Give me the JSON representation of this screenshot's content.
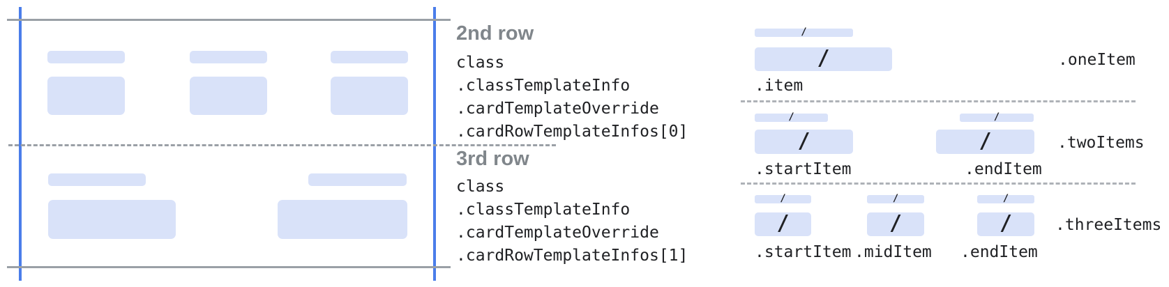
{
  "middle": {
    "sections": [
      {
        "title": "2nd row",
        "lines": [
          "class",
          ".classTemplateInfo",
          ".cardTemplateOverride",
          ".cardRowTemplateInfos[0]"
        ]
      },
      {
        "title": "3rd row",
        "lines": [
          "class",
          ".classTemplateInfo",
          ".cardTemplateOverride",
          ".cardRowTemplateInfos[1]"
        ]
      }
    ]
  },
  "right": {
    "sections": [
      {
        "group_label": ".oneItem",
        "item_labels": [
          ".item"
        ]
      },
      {
        "group_label": ".twoItems",
        "item_labels": [
          ".startItem",
          ".endItem"
        ]
      },
      {
        "group_label": ".threeItems",
        "item_labels": [
          ".startItem",
          ".midItem",
          ".endItem"
        ]
      }
    ]
  },
  "glyphs": {
    "slash": "/"
  },
  "colors": {
    "guide_blue": "#4a7dea",
    "placeholder_blue": "#d9e2f9",
    "line_gray": "#9aa0a6",
    "divider_gray": "#aeb2b7",
    "heading_gray": "#80868b",
    "code_text": "#202124"
  }
}
